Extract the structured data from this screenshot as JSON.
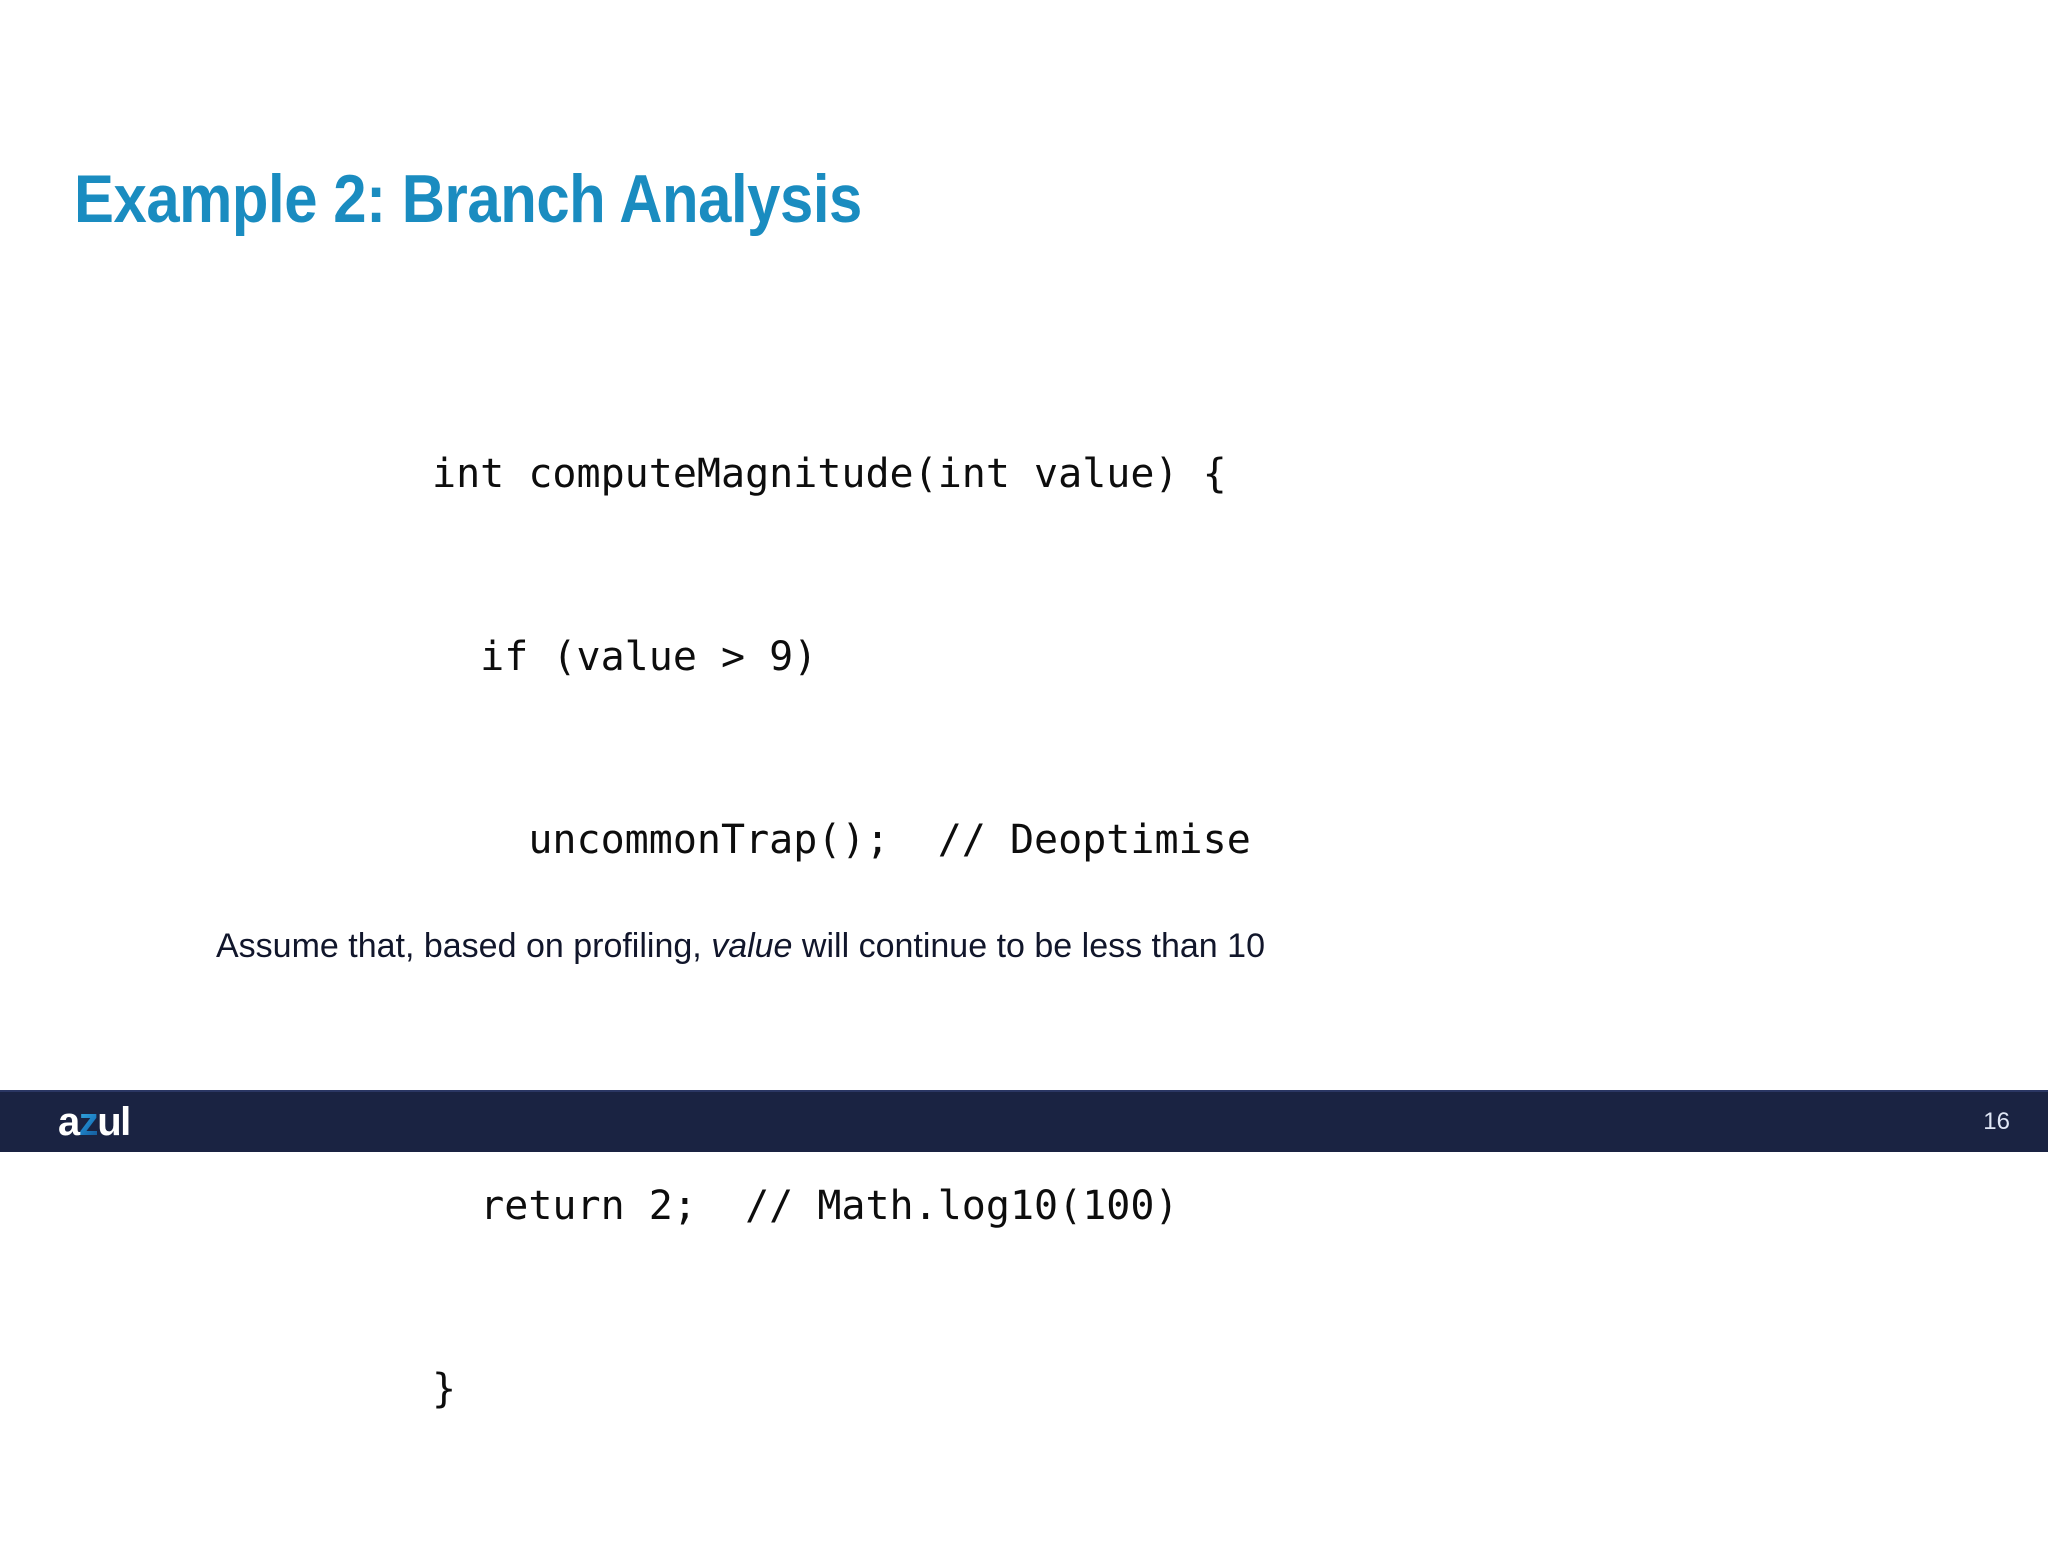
{
  "slide": {
    "title": "Example 2: Branch Analysis",
    "title_color": "#1a8cc0",
    "background_color": "#ffffff"
  },
  "code": {
    "language": "java",
    "lines": [
      "int computeMagnitude(int value) {",
      "  if (value > 9)",
      "    uncommonTrap();  // Deoptimise",
      "",
      "  return 2;  // Math.log10(100)",
      "}"
    ],
    "text_color": "#0d0d0d"
  },
  "caption": {
    "prefix": "Assume that, based on profiling, ",
    "emphasis": "value",
    "suffix": " will continue to be less than 10",
    "text_color": "#11162b"
  },
  "footer": {
    "background_color": "#1a2342",
    "brand": {
      "part_a": "a",
      "part_z": "z",
      "part_ul": "ul",
      "z_color": "#1d7fc4",
      "text_color": "#ffffff"
    },
    "page_number": "16",
    "page_number_color": "#dfe6f5"
  }
}
